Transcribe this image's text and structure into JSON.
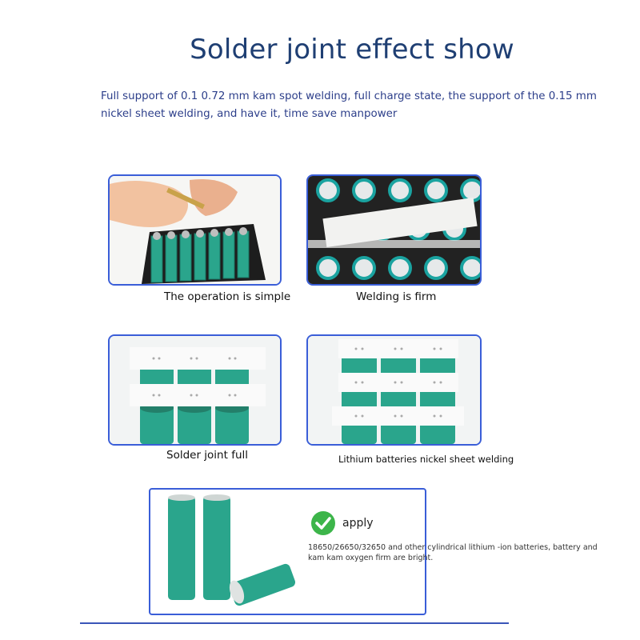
{
  "header": {
    "title": "Solder joint effect show",
    "description": "Full support of 0.1 0.72 mm kam spot welding, full charge state, the support of the 0.15 mm nickel sheet welding, and have it, time save manpower"
  },
  "gallery": [
    {
      "caption": "The operation is simple"
    },
    {
      "caption": "Welding is firm"
    },
    {
      "caption": "Solder joint full"
    },
    {
      "caption": "Lithium batteries nickel sheet welding"
    }
  ],
  "apply": {
    "label": "apply",
    "description": "18650/26650/32650 and other cylindrical lithium -ion batteries, battery and kam kam oxygen firm are bright."
  },
  "colors": {
    "accent": "#3a5ed8",
    "title": "#1f3f73",
    "battery": "#2aa58c",
    "check": "#3cb54a"
  }
}
